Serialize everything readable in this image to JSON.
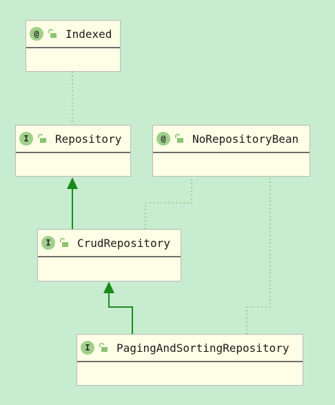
{
  "nodes": [
    {
      "id": "indexed",
      "name": "Indexed",
      "kind_symbol": "@",
      "kind": "annotation-icon"
    },
    {
      "id": "repository",
      "name": "Repository",
      "kind_symbol": "I",
      "kind": "interface-icon"
    },
    {
      "id": "norepositorybean",
      "name": "NoRepositoryBean",
      "kind_symbol": "@",
      "kind": "annotation-icon"
    },
    {
      "id": "crudrepository",
      "name": "CrudRepository",
      "kind_symbol": "I",
      "kind": "interface-icon"
    },
    {
      "id": "pagingandsortingrepository",
      "name": "PagingAndSortingRepository",
      "kind_symbol": "I",
      "kind": "interface-icon"
    }
  ],
  "edges": [
    {
      "from": "crudrepository",
      "to": "repository",
      "type": "extends"
    },
    {
      "from": "pagingandsortingrepository",
      "to": "crudrepository",
      "type": "extends"
    },
    {
      "from": "repository",
      "to": "indexed",
      "type": "annotated-by"
    },
    {
      "from": "crudrepository",
      "to": "norepositorybean",
      "type": "annotated-by"
    },
    {
      "from": "pagingandsortingrepository",
      "to": "norepositorybean",
      "type": "annotated-by"
    }
  ],
  "colors": {
    "background": "#c8ecd0",
    "node_fill": "#fefee6",
    "extends_edge": "#1a8a1a",
    "annotation_edge": "#5cb85c",
    "badge": "#9fd08b"
  }
}
